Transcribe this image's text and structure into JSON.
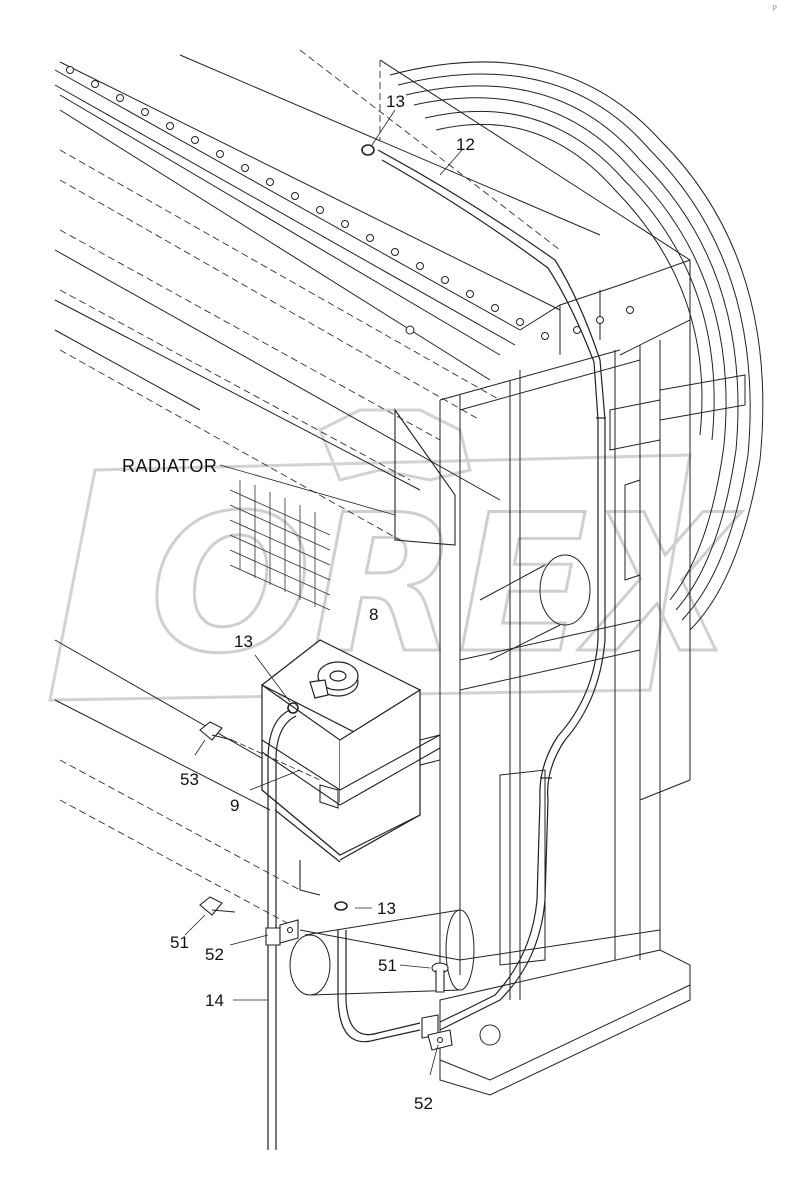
{
  "watermark": "OREX",
  "corner_mark": "P",
  "labels": {
    "radiator": "RADIATOR",
    "p12": "12",
    "p13_top": "13",
    "p13_mid": "13",
    "p13_low": "13",
    "p8": "8",
    "p9": "9",
    "p53": "53",
    "p51_left": "51",
    "p51_right": "51",
    "p52_left": "52",
    "p52_bottom": "52",
    "p14": "14"
  }
}
